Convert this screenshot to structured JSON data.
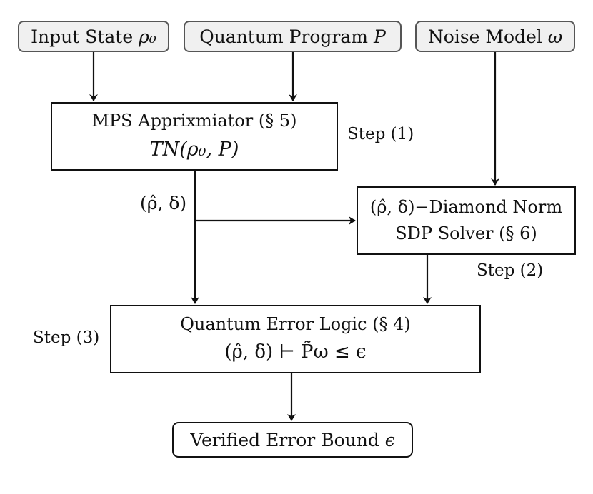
{
  "inputs": {
    "input_state": {
      "label": "Input State ",
      "symbol": "ρ₀"
    },
    "quantum_program": {
      "label": "Quantum Program ",
      "symbol": "P"
    },
    "noise_model": {
      "label": "Noise Model ",
      "symbol": "ω"
    }
  },
  "mps_box": {
    "line1": "MPS Apprixmiator (§ 5)",
    "line2": "TN(ρ₀, P)"
  },
  "sdp_box": {
    "line1": "(ρ̂, δ)−Diamond Norm",
    "line2": "SDP Solver (§ 6)"
  },
  "logic_box": {
    "line1": "Quantum Error Logic (§ 4)",
    "line2": "(ρ̂, δ) ⊢ P̃ω ≤ ϵ"
  },
  "output_box": {
    "label": "Verified Error Bound ",
    "symbol": "ϵ"
  },
  "labels": {
    "step1": "Step (1)",
    "step2": "Step (2)",
    "step3": "Step (3)",
    "rho_delta": "(ρ̂, δ)"
  }
}
